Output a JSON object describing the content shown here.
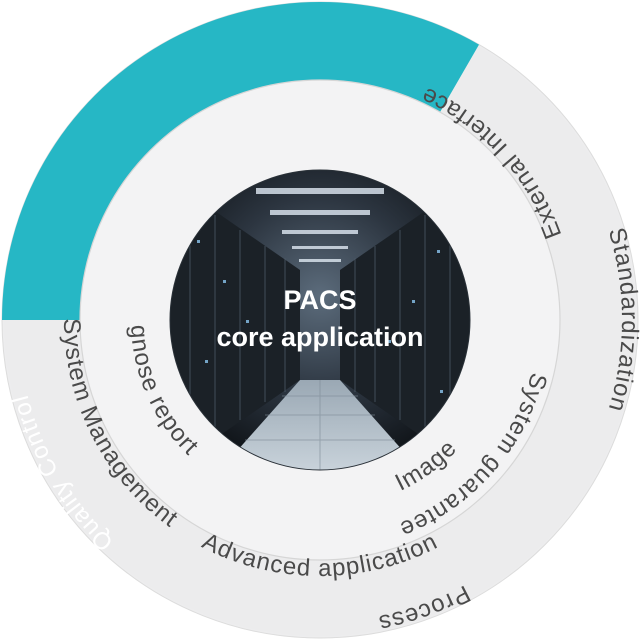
{
  "center": {
    "line1": "PACS",
    "line2": "core application"
  },
  "outer_ring": {
    "active_color": "#26b7c5",
    "segments": [
      {
        "label": "Standardization",
        "active": false
      },
      {
        "label": "Process",
        "active": false
      },
      {
        "label": "External Interface",
        "active": false
      },
      {
        "label": "Advanced application",
        "active": false
      },
      {
        "label": "System Management",
        "active": false
      },
      {
        "label": "Quality Control",
        "active": true
      }
    ]
  },
  "inner_ring": {
    "segments": [
      {
        "label": "System guarantee"
      },
      {
        "label": "Image"
      },
      {
        "label": "Diagnose report"
      }
    ]
  }
}
